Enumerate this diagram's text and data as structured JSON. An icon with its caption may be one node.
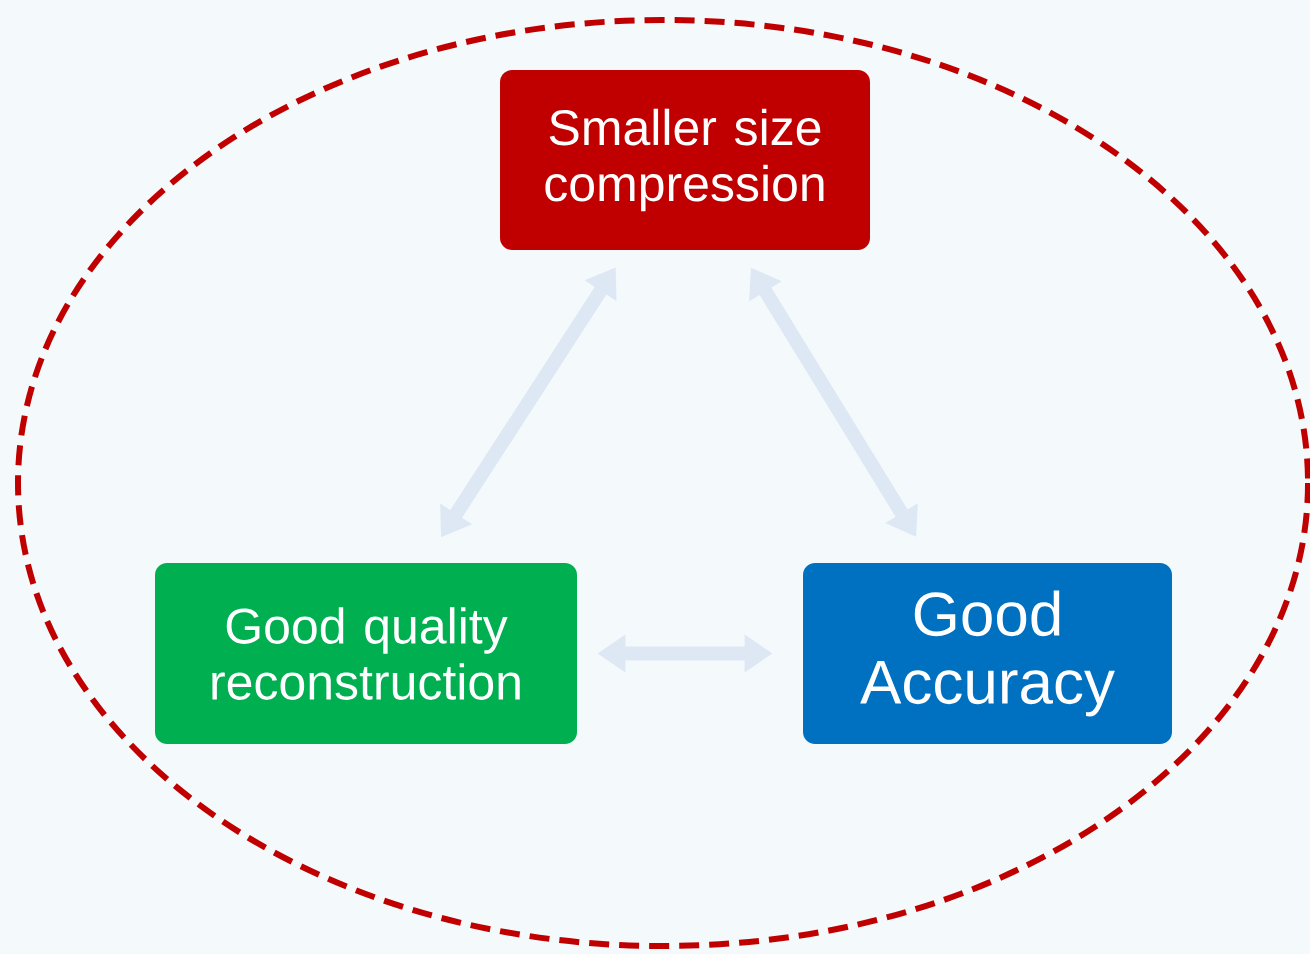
{
  "diagram": {
    "nodes": [
      {
        "text": [
          "Smaller size compression"
        ]
      },
      {
        "text": [
          "Good quality reconstruction"
        ]
      },
      {
        "text": [
          "Good Accuracy"
        ]
      }
    ],
    "edges": [
      {
        "from": 0,
        "to": 1,
        "arrow": "both"
      },
      {
        "from": 0,
        "to": 2,
        "arrow": "both"
      },
      {
        "from": 1,
        "to": 2,
        "arrow": "both"
      }
    ]
  }
}
